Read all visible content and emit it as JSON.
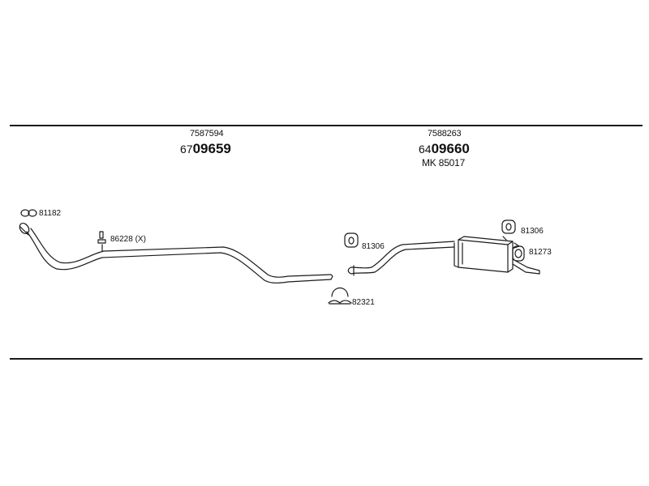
{
  "sections": [
    {
      "top_code": "7587594",
      "main_prefix": "67",
      "main_number": "09659"
    },
    {
      "top_code": "7588263",
      "main_prefix": "64",
      "main_number": "09660",
      "extra_code": "MK  85017"
    }
  ],
  "parts": {
    "gasket": "81182",
    "clamp_x": "86228 (X)",
    "hanger_mid": "81306",
    "clamp_bottom": "82321",
    "hanger_right": "81306",
    "rubber_ring": "81273"
  },
  "colors": {
    "line": "#1a1a1a"
  }
}
